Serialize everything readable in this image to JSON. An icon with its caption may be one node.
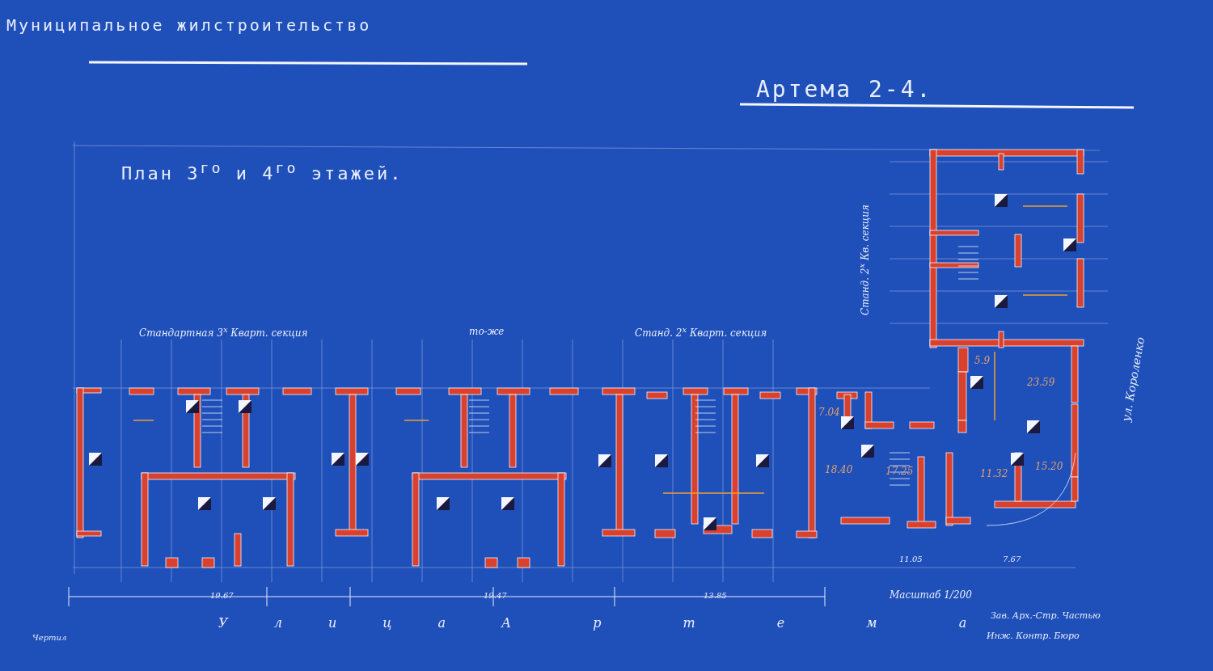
{
  "diagram": {
    "title": "Артема 2-4.",
    "labels": [
      "Муниципальное жилстроительство",
      "План 3$^{го}$ и 4$^{го}$ этажей.",
      "Станд. 2$^{х}$ Кв. секция",
      "Стандартная 3$^{х}$ Кварт. секция",
      "то-же",
      "Станд. 2$^{х}$ Кварт. секция",
      "5.9",
      "23.59",
      "7.04",
      "18.40",
      "17.25",
      "11.32",
      "15.20",
      "ул. Короленко",
      "11.05",
      "7.67",
      "19.67",
      "19.47",
      "13.85",
      "Масштаб 1/200",
      "У л и ц а",
      "А р т е м а",
      "Чертил",
      "Зав. Арх.-Стр. Частью",
      "Инж. Контр. Бюро"
    ]
  }
}
